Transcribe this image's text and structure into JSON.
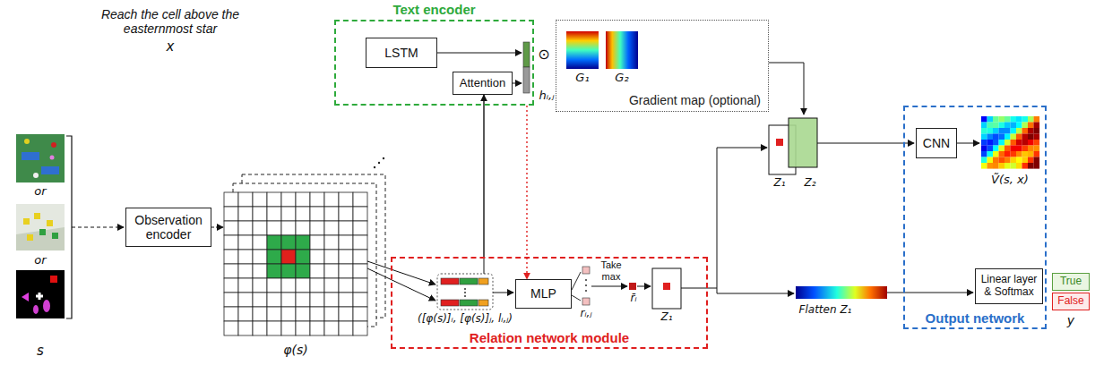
{
  "diagram": {
    "nodes": [
      {
        "text": [
          "Text encoder"
        ]
      },
      {
        "text": [
          "LSTM"
        ],
        "in": 0
      },
      {
        "text": [
          "Attention"
        ],
        "in": 0
      },
      {
        "text": [
          "Gradient map (optional)"
        ]
      },
      {
        "text": [
          "Observation encoder"
        ]
      },
      {
        "text": [
          "Relation network module"
        ]
      },
      {
        "text": [
          "MLP"
        ],
        "in": 5
      },
      {
        "text": [
          "Output network"
        ]
      },
      {
        "text": [
          "CNN"
        ],
        "in": 7
      },
      {
        "text": [
          "Linear layer & Softmax"
        ],
        "in": 7
      },
      {
        "text": [
          "True"
        ]
      },
      {
        "text": [
          "False"
        ]
      }
    ],
    "edges": [
      {
        "from": 0,
        "to": 6,
        "arrow": "to"
      },
      {
        "from": 5,
        "to": 2,
        "arrow": "to"
      }
    ],
    "labels": [
      "Reach the cell above the easternmost star",
      "x",
      "hᵢ,ⱼ",
      "⊙",
      "G₁",
      "G₂",
      "or",
      "or",
      "s",
      "φ(s)",
      "([φ(s)]ᵢ, [φ(s)]ⱼ, lᵢ,ⱼ)",
      "rᵢ,ⱼ",
      "Take max",
      "r̄ᵢ",
      "Z₁",
      "Z₁",
      "Z₂",
      "Ṽ(s, x)",
      "Flatten Z₁",
      "y"
    ]
  }
}
